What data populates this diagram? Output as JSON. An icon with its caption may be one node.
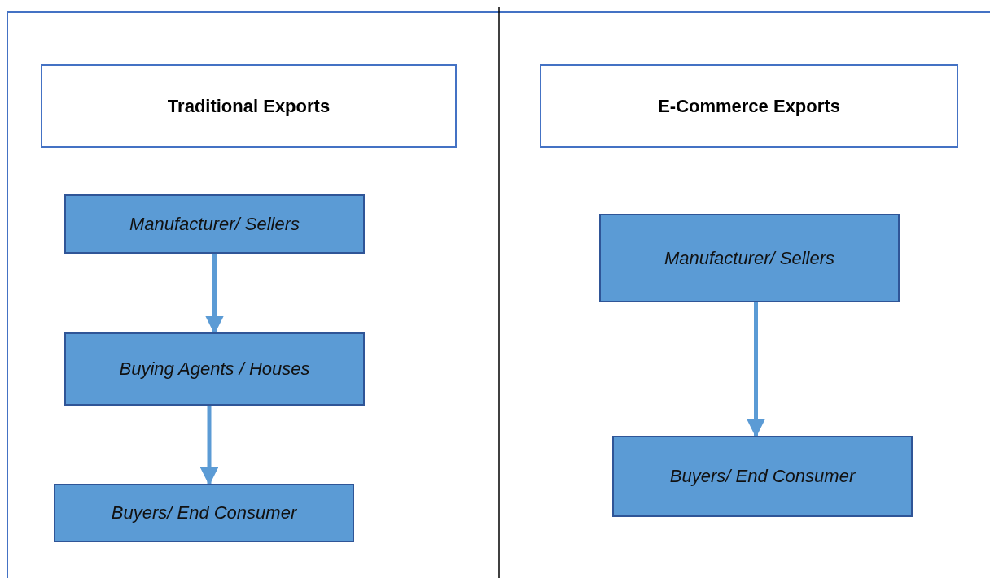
{
  "diagram": {
    "nodes": [
      {
        "text": [
          "Traditional Exports"
        ]
      },
      {
        "text": [
          "E-Commerce Exports"
        ]
      },
      {
        "text": [
          "Manufacturer/ Sellers"
        ]
      },
      {
        "text": [
          "Buying Agents / Houses"
        ]
      },
      {
        "text": [
          "Buyers/ End Consumer"
        ]
      },
      {
        "text": [
          "Manufacturer/ Sellers"
        ]
      },
      {
        "text": [
          "Buyers/ End Consumer"
        ]
      }
    ],
    "edges": [
      {
        "from": 2,
        "to": 3,
        "arrow": "to"
      },
      {
        "from": 3,
        "to": 4,
        "arrow": "to"
      },
      {
        "from": 5,
        "to": 6,
        "arrow": "to"
      }
    ]
  }
}
